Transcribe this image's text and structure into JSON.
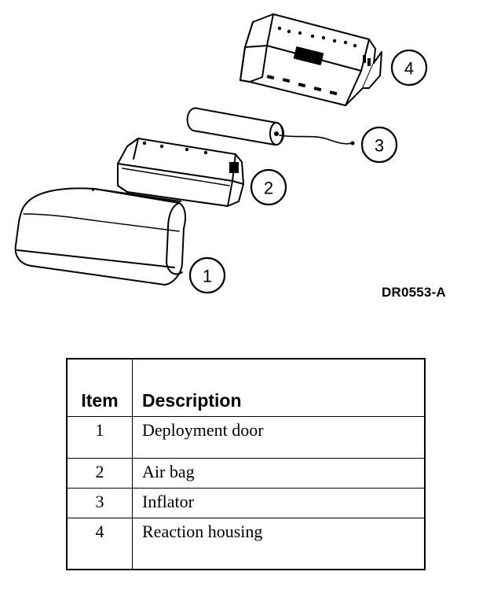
{
  "figure_id": "DR0553-A",
  "callouts": [
    "1",
    "2",
    "3",
    "4"
  ],
  "table": {
    "headers": {
      "item": "Item",
      "description": "Description"
    },
    "rows": [
      {
        "item": "1",
        "description": "Deployment door"
      },
      {
        "item": "2",
        "description": "Air bag"
      },
      {
        "item": "3",
        "description": "Inflator"
      },
      {
        "item": "4",
        "description": "Reaction housing"
      }
    ]
  }
}
